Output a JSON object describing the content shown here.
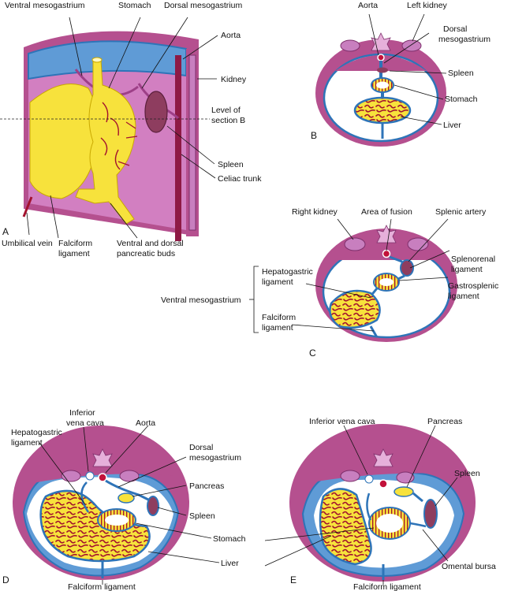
{
  "colors": {
    "wall_outer": "#b5508f",
    "wall_inner": "#d27fc1",
    "wall_light": "#e6b0da",
    "mesentery": "#9d3f87",
    "lining_blue": "#2e74b8",
    "cavity_blue": "#5f9bd6",
    "organ_yellow": "#f7e23c",
    "organ_vessel": "#a3122e",
    "spleen": "#8e3d5f",
    "aorta_red": "#c2123a",
    "kidney": "#c87fbf"
  },
  "panels": {
    "A": {
      "id": "A",
      "labels": {
        "ventral_mesogastrium": "Ventral mesogastrium",
        "stomach": "Stomach",
        "dorsal_mesogastrium": "Dorsal mesogastrium",
        "aorta": "Aorta",
        "kidney": "Kidney",
        "level_line1": "Level of",
        "level_line2": "section B",
        "spleen": "Spleen",
        "celiac_trunk": "Celiac trunk",
        "umbilical_vein": "Umbilical vein",
        "falciform_line1": "Falciform",
        "falciform_line2": "ligament",
        "buds_line1": "Ventral and dorsal",
        "buds_line2": "pancreatic buds"
      }
    },
    "B": {
      "id": "B",
      "labels": {
        "aorta": "Aorta",
        "left_kidney": "Left kidney",
        "dorsal_line1": "Dorsal",
        "dorsal_line2": "mesogastrium",
        "spleen": "Spleen",
        "stomach": "Stomach",
        "liver": "Liver"
      }
    },
    "C": {
      "id": "C",
      "labels": {
        "right_kidney": "Right kidney",
        "area_of_fusion": "Area of fusion",
        "splenic_artery": "Splenic artery",
        "hepatogastric_line1": "Hepatogastric",
        "hepatogastric_line2": "ligament",
        "splenorenal_line1": "Splenorenal",
        "splenorenal_line2": "ligament",
        "ventral_mesogastrium": "Ventral mesogastrium",
        "gastrosplenic_line1": "Gastrosplenic",
        "gastrosplenic_line2": "ligament",
        "falciform_line1": "Falciform",
        "falciform_line2": "ligament"
      }
    },
    "D": {
      "id": "D",
      "labels": {
        "ivc_line1": "Inferior",
        "ivc_line2": "vena cava",
        "aorta": "Aorta",
        "hepatogastric_line1": "Hepatogastric",
        "hepatogastric_line2": "ligament",
        "dorsal_line1": "Dorsal",
        "dorsal_line2": "mesogastrium",
        "pancreas": "Pancreas",
        "spleen": "Spleen",
        "stomach": "Stomach",
        "liver": "Liver",
        "falciform": "Falciform ligament"
      }
    },
    "E": {
      "id": "E",
      "labels": {
        "ivc": "Inferior vena cava",
        "pancreas": "Pancreas",
        "spleen": "Spleen",
        "omental_bursa": "Omental bursa",
        "falciform": "Falciform ligament"
      }
    }
  }
}
